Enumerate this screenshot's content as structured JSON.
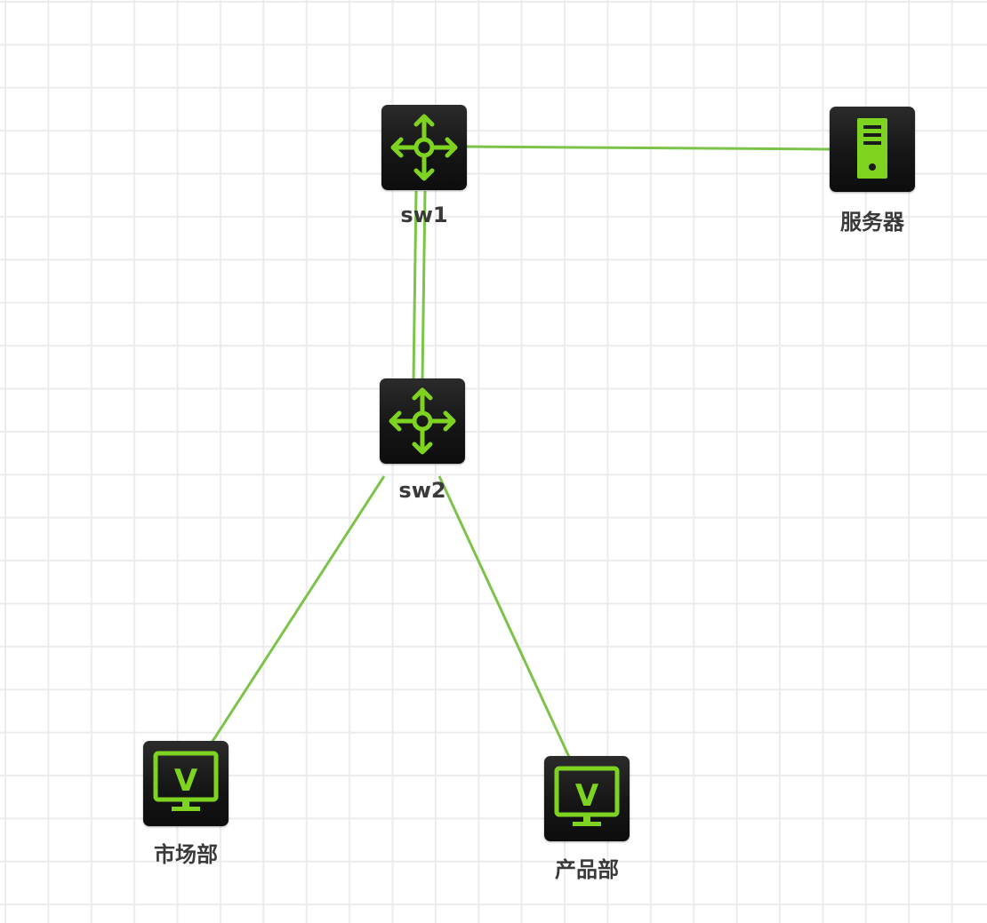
{
  "diagram": {
    "accent_color": "#7ed321",
    "link_color": "#7cc34a",
    "nodes": [
      {
        "id": "sw1",
        "label": "sw1",
        "icon": "switch-icon"
      },
      {
        "id": "sw2",
        "label": "sw2",
        "icon": "switch-icon"
      },
      {
        "id": "server",
        "label": "服务器",
        "icon": "server-icon"
      },
      {
        "id": "market",
        "label": "市场部",
        "icon": "pc-icon"
      },
      {
        "id": "product",
        "label": "产品部",
        "icon": "pc-icon"
      }
    ],
    "links": [
      {
        "from": "sw1",
        "to": "server"
      },
      {
        "from": "sw1",
        "to": "sw2"
      },
      {
        "from": "sw1",
        "to": "sw2"
      },
      {
        "from": "sw2",
        "to": "market"
      },
      {
        "from": "sw2",
        "to": "product"
      }
    ]
  }
}
